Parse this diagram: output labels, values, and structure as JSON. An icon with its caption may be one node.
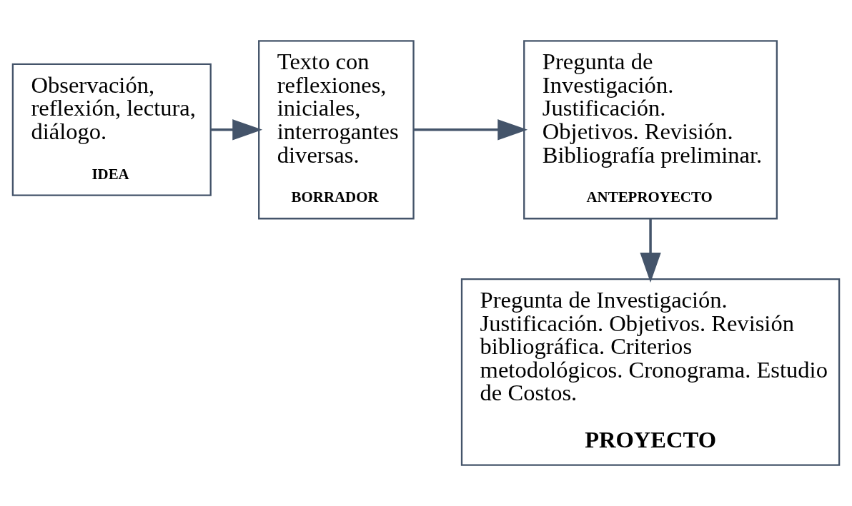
{
  "diagram": {
    "nodes": [
      {
        "text": [
          "Observación, reflexión, lectura, diálogo.",
          "IDEA"
        ]
      },
      {
        "text": [
          "Texto con reflexiones, iniciales, interrogantes diversas.",
          "BORRADOR"
        ]
      },
      {
        "text": [
          "Pregunta de Investigación. Justificación. Objetivos. Revisión. Bibliografía preliminar.",
          "ANTEPROYECTO"
        ]
      },
      {
        "text": [
          "Pregunta de Investigación. Justificación. Objetivos. Revisión bibliográfica. Criterios metodológicos. Cronograma. Estudio de Costos.",
          "PROYECTO"
        ]
      }
    ],
    "edges": [
      {
        "from": 0,
        "to": 1,
        "arrow": "to"
      },
      {
        "from": 1,
        "to": 2,
        "arrow": "to"
      },
      {
        "from": 2,
        "to": 3,
        "arrow": "to"
      }
    ]
  }
}
